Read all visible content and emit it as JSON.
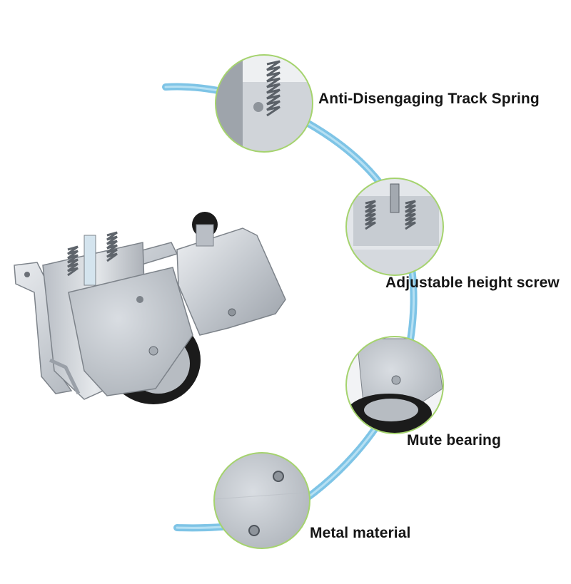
{
  "callouts": [
    {
      "label": "Anti-Disengaging Track Spring",
      "icon": "spring-detail-icon"
    },
    {
      "label": "Adjustable height screw",
      "icon": "screw-detail-icon"
    },
    {
      "label": "Mute bearing",
      "icon": "bearing-detail-icon"
    },
    {
      "label": "Metal material",
      "icon": "metal-plate-detail-icon"
    }
  ],
  "colors": {
    "arc": "#7ec4e6",
    "ring": "#a5d36e",
    "steel": "#c9cdd2",
    "wheel": "#1b1b1b"
  }
}
